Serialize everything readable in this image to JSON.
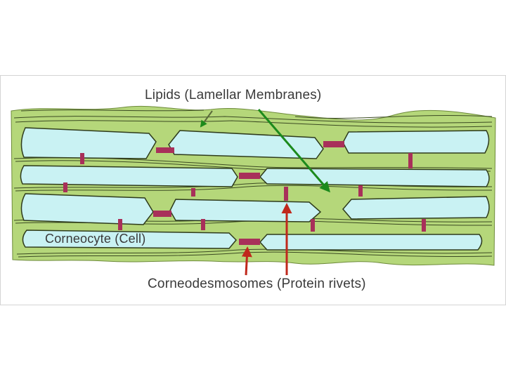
{
  "diagram": {
    "labels": {
      "lipids": "Lipids (Lamellar Membranes)",
      "corneocyte": "Corneocyte (Cell)",
      "corneodesmosomes": "Corneodesmosomes (Protein rivets)"
    },
    "colors": {
      "lipid_matrix": "#b5d77a",
      "cell_fill": "#c9f2f3",
      "lamella_line": "#3b4a22",
      "rivet": "#a8305a",
      "arrow_lipids": "#1c8a1c",
      "arrow_rivets": "#c0281c"
    }
  }
}
